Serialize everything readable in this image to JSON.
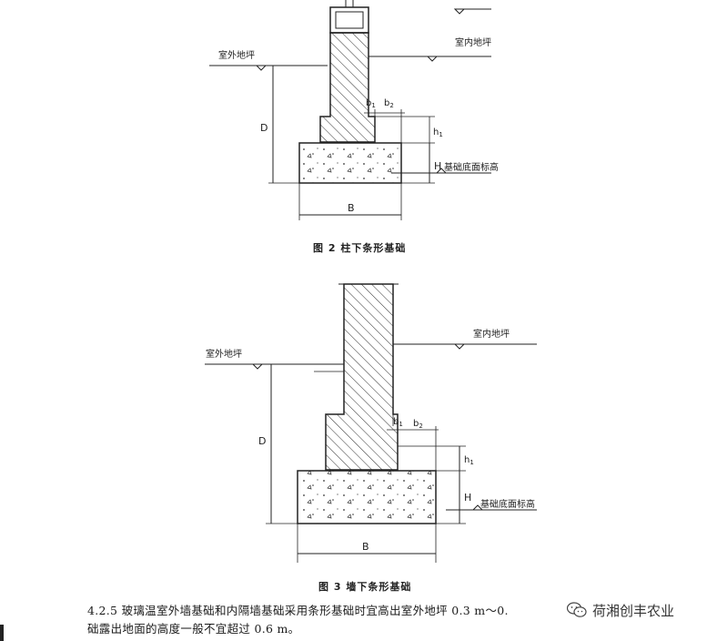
{
  "figure2": {
    "labels": {
      "outdoor_grade": "室外地坪",
      "indoor_grade": "室内地坪",
      "footing_bottom": "基础底面标高",
      "dim_D": "D",
      "dim_H": "H",
      "dim_B": "B",
      "dim_h1": "h",
      "dim_b1": "b",
      "dim_b2": "b",
      "sub_1": "1",
      "sub_2": "2"
    },
    "caption": "图 2   柱下条形基础"
  },
  "figure3": {
    "labels": {
      "outdoor_grade": "室外地坪",
      "indoor_grade": "室内地坪",
      "footing_bottom": "基础底面标高",
      "dim_D": "D",
      "dim_H": "H",
      "dim_B": "B",
      "dim_h1": "h",
      "dim_b1": "b",
      "dim_b2": "b",
      "sub_1": "1",
      "sub_2": "2"
    },
    "caption": "图 3   墙下条形基础"
  },
  "clause": {
    "text": "4.2.5  玻璃温室外墙基础和内隔墙基础采用条形基础时宜高出室外地坪 0.3 m～0.",
    "text_line2": "础露出地面的高度一般不宜超过 0.6 m。"
  },
  "watermark": {
    "icon": "wechat-icon",
    "text": "荷湘创丰农业"
  }
}
